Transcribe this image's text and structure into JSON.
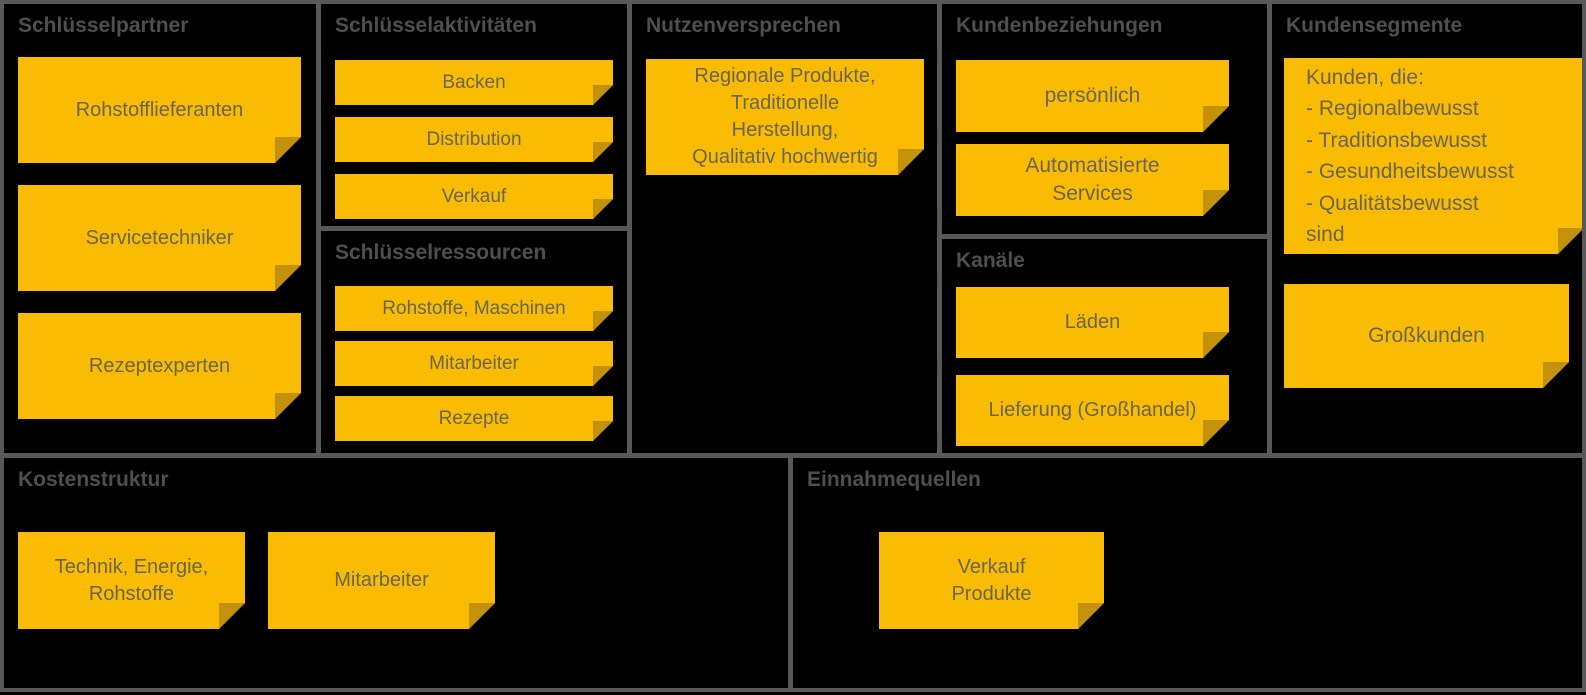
{
  "colors": {
    "background": "#000000",
    "grid_line": "#585858",
    "section_title_text": "#4f4f4f",
    "note_background": "#F9BC02",
    "note_fold": "#C3920A",
    "note_text": "#6b6554"
  },
  "sections": {
    "schluesselpartner": {
      "title": "Schlüsselpartner",
      "notes": [
        "Rohstofflieferanten",
        "Servicetechniker",
        "Rezeptexperten"
      ]
    },
    "schluesselaktivitaeten": {
      "title": "Schlüsselaktivitäten",
      "notes": [
        "Backen",
        "Distribution",
        "Verkauf"
      ]
    },
    "schluesselressourcen": {
      "title": "Schlüsselressourcen",
      "notes": [
        "Rohstoffe, Maschinen",
        "Mitarbeiter",
        "Rezepte"
      ]
    },
    "nutzenversprechen": {
      "title": "Nutzenversprechen",
      "notes": [
        "Regionale Produkte,\nTraditionelle\nHerstellung,\nQualitativ hochwertig"
      ]
    },
    "kundenbeziehungen": {
      "title": "Kundenbeziehungen",
      "notes": [
        "persönlich",
        "Automatisierte\nServices"
      ]
    },
    "kanaele": {
      "title": "Kanäle",
      "notes": [
        "Läden",
        "Lieferung (Großhandel)"
      ]
    },
    "kundensegmente": {
      "title": "Kundensegmente",
      "notes": [
        "Kunden, die:\n- Regionalbewusst\n- Traditionsbewusst\n- Gesundheitsbewusst\n- Qualitätsbewusst\nsind",
        "Großkunden"
      ]
    },
    "kostenstruktur": {
      "title": "Kostenstruktur",
      "notes": [
        "Technik, Energie,\nRohstoffe",
        "Mitarbeiter"
      ]
    },
    "einnahmequellen": {
      "title": "Einnahmequellen",
      "notes": [
        "Verkauf\nProdukte"
      ]
    }
  }
}
